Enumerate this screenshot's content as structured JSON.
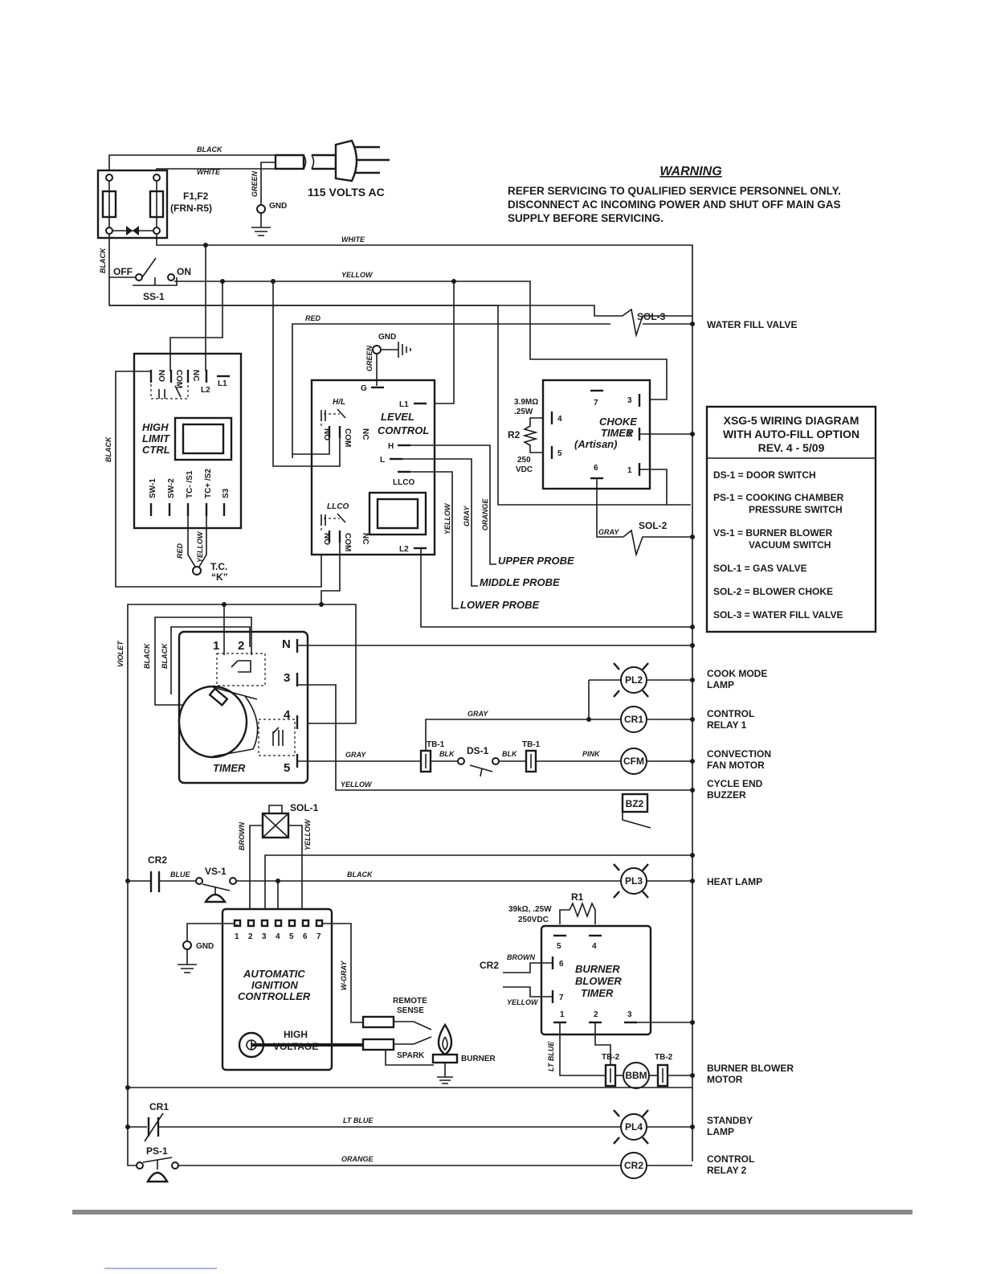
{
  "warning": {
    "title": "WARNING",
    "lines": [
      "REFER SERVICING TO QUALIFIED SERVICE PERSONNEL ONLY.",
      "DISCONNECT AC INCOMING POWER AND SHUT OFF MAIN GAS",
      "SUPPLY BEFORE SERVICING."
    ]
  },
  "power": {
    "voltage": "115 VOLTS AC",
    "fuse_label": "F1,F2",
    "fuse_type": "(FRN-R5)",
    "gnd": "GND",
    "wire_black": "BLACK",
    "wire_white": "WHITE",
    "wire_green": "GREEN"
  },
  "legend_box": {
    "title_lines": [
      "XSG-5 WIRING DIAGRAM",
      "WITH AUTO-FILL OPTION",
      "REV. 4 - 5/09"
    ],
    "items": [
      [
        "DS-1 = DOOR SWITCH"
      ],
      [
        "PS-1 = COOKING CHAMBER",
        "PRESSURE SWITCH"
      ],
      [
        "VS-1 = BURNER BLOWER",
        "VACUUM SWITCH"
      ],
      [
        "SOL-1 = GAS VALVE"
      ],
      [
        "SOL-2 = BLOWER CHOKE"
      ],
      [
        "SOL-3 = WATER FILL VALVE"
      ]
    ]
  },
  "switch_ss1": {
    "name": "SS-1",
    "off": "OFF",
    "on": "ON"
  },
  "wires": {
    "white": "WHITE",
    "yellow": "YELLOW",
    "red": "RED",
    "black": "BLACK",
    "violet": "VIOLET",
    "gray": "GRAY",
    "orange": "ORANGE",
    "pink": "PINK",
    "blk": "BLK",
    "blue": "BLUE",
    "brown": "BROWN",
    "w_gray": "W-GRAY",
    "lt_blue": "LT BLUE",
    "green": "GREEN"
  },
  "high_limit": {
    "title_lines": [
      "HIGH",
      "LIMIT",
      "CTRL"
    ],
    "top_terms": [
      "NO",
      "COM",
      "NC",
      "L2",
      "L1"
    ],
    "bottom_terms": [
      "SW-1",
      "SW-2",
      "TC- /S1",
      "TC+ /S2",
      "S3"
    ],
    "tc_label": "T.C.",
    "tc_type": "“K”"
  },
  "level_control": {
    "title_lines": [
      "LEVEL",
      "CONTROL"
    ],
    "g": "G",
    "gnd": "GND",
    "hl": "H/L",
    "llco": "LLCO",
    "terms": [
      "NO",
      "COM",
      "NC"
    ],
    "pins": [
      "L1",
      "H",
      "L",
      "LLCO",
      "L2"
    ]
  },
  "probes": [
    "UPPER PROBE",
    "MIDDLE PROBE",
    "LOWER PROBE"
  ],
  "choke_timer": {
    "title_lines": [
      "CHOKE",
      "TIMER",
      "(Artisan)"
    ],
    "pins": [
      "7",
      "4",
      "5",
      "6",
      "3",
      "2",
      "1"
    ],
    "r_value": "3.9MΩ",
    "r_watt": ".25W",
    "r_name": "R2",
    "r_volt": "250",
    "r_volt_unit": "VDC"
  },
  "sol3": "SOL-3",
  "sol2": "SOL-2",
  "water_fill": "WATER FILL VALVE",
  "timer": {
    "title": "TIMER",
    "pins": [
      "1",
      "2",
      "N",
      "3",
      "4",
      "5"
    ]
  },
  "loads": [
    {
      "code": "PL2",
      "label_lines": [
        "COOK MODE",
        "LAMP"
      ]
    },
    {
      "code": "CR1",
      "label_lines": [
        "CONTROL",
        "RELAY 1"
      ]
    },
    {
      "code": "CFM",
      "label_lines": [
        "CONVECTION",
        "FAN MOTOR"
      ]
    },
    {
      "code": "BZ2",
      "label_lines": [
        "CYCLE END",
        "BUZZER"
      ]
    },
    {
      "code": "PL3",
      "label_lines": [
        "HEAT LAMP"
      ]
    },
    {
      "code": "BBM",
      "label_lines": [
        "BURNER BLOWER",
        "MOTOR"
      ]
    },
    {
      "code": "PL4",
      "label_lines": [
        "STANDBY",
        "LAMP"
      ]
    },
    {
      "code": "CR2",
      "label_lines": [
        "CONTROL",
        "RELAY 2"
      ]
    }
  ],
  "tb1": "TB-1",
  "tb2": "TB-2",
  "ds1": "DS-1",
  "sol1": "SOL-1",
  "cr2_contact": "CR2",
  "vs1": "VS-1",
  "cr1_contact": "CR1",
  "ps1": "PS-1",
  "ignition": {
    "title_lines": [
      "AUTOMATIC",
      "IGNITION",
      "CONTROLLER"
    ],
    "pins": [
      "1",
      "2",
      "3",
      "4",
      "5",
      "6",
      "7"
    ],
    "gnd": "GND",
    "hv_lines": [
      "HIGH",
      "VOLTAGE"
    ],
    "remote_lines": [
      "REMOTE",
      "SENSE"
    ],
    "spark": "SPARK",
    "burner": "BURNER"
  },
  "blower_timer": {
    "title_lines": [
      "BURNER",
      "BLOWER",
      "TIMER"
    ],
    "pins": [
      "5",
      "4",
      "6",
      "7",
      "1",
      "2",
      "3"
    ],
    "r_name": "R1",
    "r_value": "39kΩ, .25W",
    "r_volt": "250VDC",
    "cr2": "CR2",
    "brown": "BROWN",
    "yellow": "YELLOW"
  }
}
